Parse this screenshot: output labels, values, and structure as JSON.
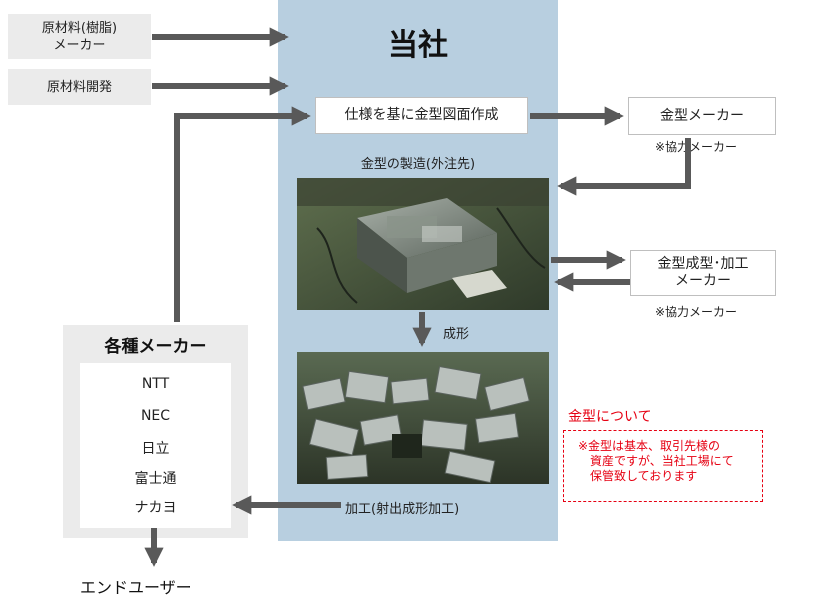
{
  "suppliers": {
    "resin_maker": [
      "原材料(樹脂)",
      "メーカー"
    ],
    "material_dev": "原材料開発"
  },
  "company": {
    "title": "当社",
    "design_step": "仕様を基に金型図面作成",
    "mold_making_label": "金型の製造(外注先)",
    "molding_label": "成形",
    "processing_label": "加工(射出成形加工)"
  },
  "partners": {
    "mold_maker": "金型メーカー",
    "mold_maker_note": "※協力メーカー",
    "molding_maker": [
      "金型成型･加工",
      "メーカー"
    ],
    "molding_maker_note": "※協力メーカー"
  },
  "makers": {
    "title": "各種メーカー",
    "items": [
      "NTT",
      "NEC",
      "日立",
      "富士通",
      "ナカヨ"
    ]
  },
  "end_user": "エンドユーザー",
  "mold_notice": {
    "title": "金型について",
    "lines": [
      "※金型は基本、取引先様の",
      "資産ですが、当社工場にて",
      "保管致しております"
    ]
  },
  "colors": {
    "arrow": "#595959",
    "panel": "#b8cfe0",
    "accent_red": "#e60012"
  }
}
